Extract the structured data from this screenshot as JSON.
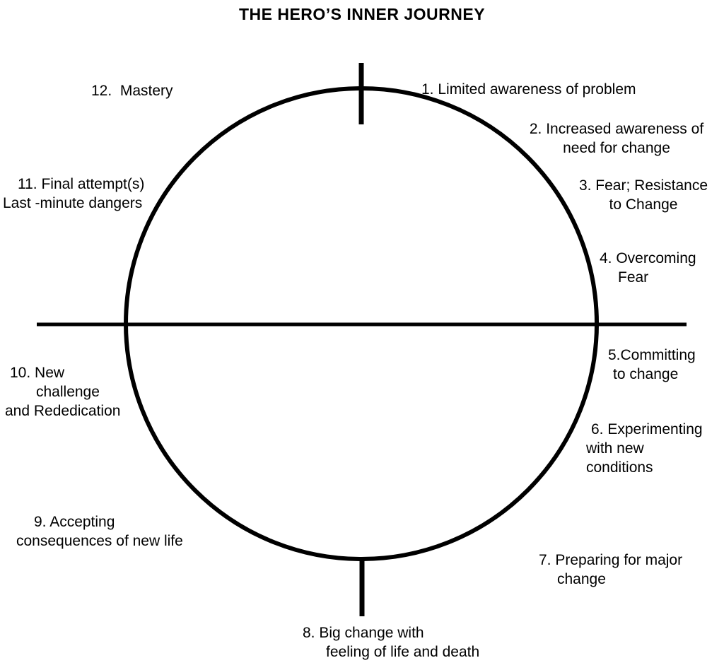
{
  "title": "THE HERO’S INNER JOURNEY",
  "colors": {
    "ink": "#000000",
    "background": "#ffffff"
  },
  "stages": [
    {
      "lines": [
        "1. Limited awareness of problem"
      ]
    },
    {
      "lines": [
        "2. Increased awareness of",
        "need for change"
      ]
    },
    {
      "lines": [
        "3. Fear; Resistance",
        "to Change"
      ]
    },
    {
      "lines": [
        "4. Overcoming",
        "Fear"
      ]
    },
    {
      "lines": [
        "5.Committing",
        "to change"
      ]
    },
    {
      "lines": [
        "6. Experimenting",
        "with new",
        "conditions"
      ]
    },
    {
      "lines": [
        "7. Preparing for major",
        "change"
      ]
    },
    {
      "lines": [
        "8. Big change with",
        "feeling of life and death"
      ]
    },
    {
      "lines": [
        "9. Accepting",
        "consequences of new life"
      ]
    },
    {
      "lines": [
        "10. New",
        "challenge",
        "and Rededication"
      ]
    },
    {
      "lines": [
        "11. Final attempt(s)",
        "Last -minute dangers"
      ]
    },
    {
      "lines": [
        "12.  Mastery"
      ]
    }
  ]
}
